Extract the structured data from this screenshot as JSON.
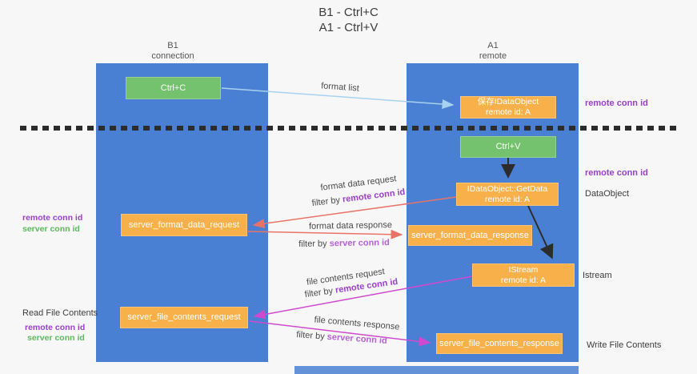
{
  "title": {
    "line1": "B1 - Ctrl+C",
    "line2": "A1 - Ctrl+V"
  },
  "lifelines": {
    "left": {
      "name": "B1",
      "subtitle": "connection"
    },
    "right": {
      "name": "A1",
      "subtitle": "remote"
    }
  },
  "nodes": {
    "ctrl_c": {
      "label": "Ctrl+C"
    },
    "save_idataobject": {
      "line1": "保存IDataObject",
      "line2": "remote id: A"
    },
    "ctrl_v": {
      "label": "Ctrl+V"
    },
    "getdata": {
      "line1": "IDataObject::GetData",
      "line2": "remote id: A"
    },
    "server_format_data_request": {
      "label": "server_format_data_request"
    },
    "server_format_data_response": {
      "label": "server_format_data_response"
    },
    "istream": {
      "line1": "IStream",
      "line2": "remote id: A"
    },
    "server_file_contents_request": {
      "label": "server_file_contents_request"
    },
    "server_file_contents_response": {
      "label": "server_file_contents_response"
    }
  },
  "annotations": {
    "remote_conn_id_top": "remote conn id",
    "remote_conn_id_mid": "remote conn id",
    "dataobject": "DataObject",
    "left1_remote_conn_id": "remote conn id",
    "left1_server_conn_id": "server conn id",
    "istream_label": "Istream",
    "read_file_contents": "Read File Contents",
    "left2_remote_conn_id": "remote conn id",
    "left2_server_conn_id": "server conn id",
    "write_file_contents": "Write File Contents"
  },
  "arrow_labels": {
    "format_list": "format list",
    "format_data_request": "format data request",
    "filter_by_1": "filter by ",
    "filter_value_1": "remote conn id",
    "format_data_response": "format data response",
    "filter_by_2": "filter by ",
    "filter_value_2": "server conn id",
    "file_contents_request": "file contents request",
    "filter_by_3": "filter by ",
    "filter_value_3": "remote conn id",
    "file_contents_response": "file contents response",
    "filter_by_4": "filter by ",
    "filter_value_4": "server conn id"
  },
  "colors": {
    "lifeline_blue": "#4a80d3",
    "box_green": "#74c16e",
    "box_orange": "#f8b04a",
    "arrow_lightblue": "#a8d2f0",
    "arrow_red": "#e87468",
    "arrow_magenta": "#cf4ace",
    "arrow_black": "#2c2c2c",
    "text_purple": "#9b3fd0",
    "text_purple_light": "#b763d8",
    "text_green": "#5eb95e"
  }
}
